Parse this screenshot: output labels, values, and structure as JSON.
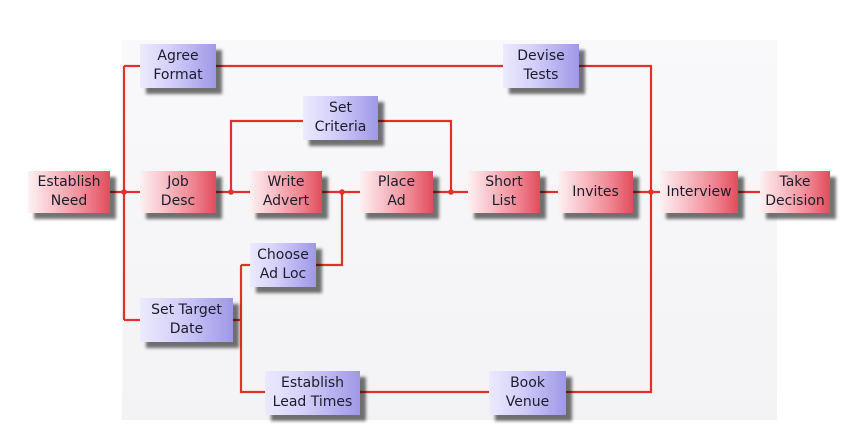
{
  "diagram": {
    "colors": {
      "line": "#e0322a",
      "critical_node": "#ef8591",
      "other_node": "#b5afef"
    },
    "nodes": [
      {
        "id": "establish-need",
        "label": "Establish\nNeed",
        "style": "red"
      },
      {
        "id": "job-desc",
        "label": "Job\nDesc",
        "style": "red"
      },
      {
        "id": "write-advert",
        "label": "Write\nAdvert",
        "style": "red"
      },
      {
        "id": "place-ad",
        "label": "Place\nAd",
        "style": "red"
      },
      {
        "id": "short-list",
        "label": "Short\nList",
        "style": "red"
      },
      {
        "id": "invites",
        "label": "Invites",
        "style": "red"
      },
      {
        "id": "interview",
        "label": "Interview",
        "style": "red"
      },
      {
        "id": "take-decision",
        "label": "Take\nDecision",
        "style": "red"
      },
      {
        "id": "agree-format",
        "label": "Agree\nFormat",
        "style": "blue"
      },
      {
        "id": "devise-tests",
        "label": "Devise\nTests",
        "style": "blue"
      },
      {
        "id": "set-criteria",
        "label": "Set\nCriteria",
        "style": "blue"
      },
      {
        "id": "choose-ad-loc",
        "label": "Choose\nAd Loc",
        "style": "blue"
      },
      {
        "id": "set-target-date",
        "label": "Set Target\nDate",
        "style": "blue"
      },
      {
        "id": "establish-lead-times",
        "label": "Establish\nLead Times",
        "style": "blue"
      },
      {
        "id": "book-venue",
        "label": "Book\nVenue",
        "style": "blue"
      }
    ]
  }
}
